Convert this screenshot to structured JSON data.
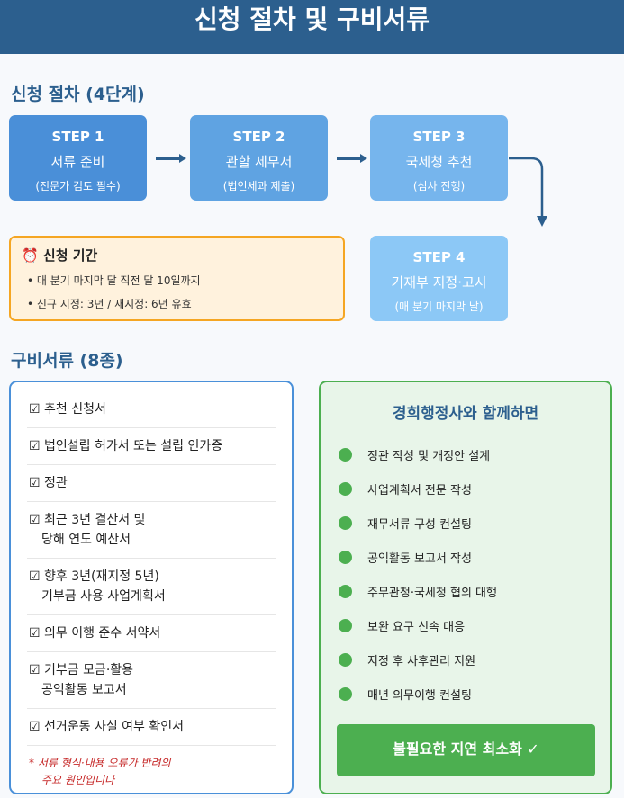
{
  "title": "신청 절차 및 구비서류",
  "process": {
    "heading": "신청 절차 (4단계)",
    "steps": [
      {
        "label": "STEP 1",
        "main": "서류 준비",
        "sub": "(전문가 검토 필수)",
        "color": "#4a8fd8"
      },
      {
        "label": "STEP 2",
        "main": "관할 세무서",
        "sub": "(법인세과 제출)",
        "color": "#5fa3e2"
      },
      {
        "label": "STEP 3",
        "main": "국세청 추천",
        "sub": "(심사 진행)",
        "color": "#76b5ed"
      },
      {
        "label": "STEP 4",
        "main": "기재부 지정·고시",
        "sub": "(매 분기 마지막 날)",
        "color": "#8cc8f6"
      }
    ]
  },
  "period": {
    "icon": "alarm-clock",
    "title": "신청 기간",
    "items": [
      "• 매 분기 마지막 달 직전 달 10일까지",
      "• 신규 지정: 3년 / 재지정: 6년 유효"
    ]
  },
  "documents": {
    "heading": "구비서류 (8종)",
    "items": [
      {
        "a": "☑ 추천 신청서"
      },
      {
        "a": "☑ 법인설립 허가서 또는 설립 인가증"
      },
      {
        "a": "☑ 정관"
      },
      {
        "a": "☑ 최근 3년 결산서 및",
        "b": "당해 연도 예산서"
      },
      {
        "a": "☑ 향후 3년(재지정 5년)",
        "b": "기부금 사용 사업계획서"
      },
      {
        "a": "☑ 의무 이행 준수 서약서"
      },
      {
        "a": "☑ 기부금 모금·활용",
        "b": "공익활동 보고서"
      },
      {
        "a": "☑ 선거운동 사실 여부 확인서"
      }
    ],
    "note1": "* 서류 형식·내용 오류가 반려의",
    "note2": "주요 원인입니다"
  },
  "advantages": {
    "title": "경희행정사와 함께하면",
    "items": [
      "정관 작성 및 개정안 설계",
      "사업계획서 전문 작성",
      "재무서류 구성 컨설팅",
      "공익활동 보고서 작성",
      "주무관청·국세청 협의 대행",
      "보완 요구 신속 대응",
      "지정 후 사후관리 지원",
      "매년 의무이행 컨설팅"
    ],
    "button": "불필요한 지연 최소화 ✓"
  }
}
